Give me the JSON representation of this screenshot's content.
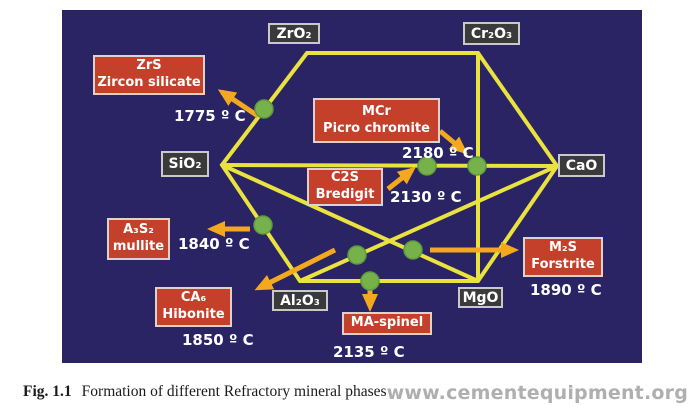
{
  "figure": {
    "caption_label": "Fig. 1.1",
    "caption_text": "Formation of different Refractory mineral phases",
    "watermark": "www.cementequipment.org"
  },
  "colors": {
    "panel_background": "#2A2464",
    "tie_line_yellow": "#EAE23E",
    "arrow_orange": "#F4A81D",
    "node_green": "#77B14C",
    "phase_box_red": "#C5402A",
    "oxide_box_gray": "#3A3A3A"
  },
  "diagram": {
    "oxides": {
      "zro2": "ZrO₂",
      "cr2o3": "Cr₂O₃",
      "sio2": "SiO₂",
      "cao": "CaO",
      "mgo": "MgO",
      "al2o3": "Al₂O₃"
    },
    "phases": {
      "zircon": {
        "formula": "ZrS",
        "name": "Zircon silicate",
        "temp": "1775 º C"
      },
      "picrochromite": {
        "formula": "MCr",
        "name": "Picro chromite",
        "temp": "2180 º C"
      },
      "bredigite": {
        "formula": "C2S",
        "name": "Bredigit",
        "temp": "2130 º C"
      },
      "mullite": {
        "formula": "A₃S₂",
        "name": "mullite",
        "temp": "1840 º C"
      },
      "hibonite": {
        "formula": "CA₆",
        "name": "Hibonite",
        "temp": "1850 º C"
      },
      "spinel": {
        "formula": "MA-spinel",
        "temp": "2135 º C"
      },
      "forsterite": {
        "formula": "M₂S",
        "name": "Forstrite",
        "temp": "1890 º C"
      }
    }
  }
}
